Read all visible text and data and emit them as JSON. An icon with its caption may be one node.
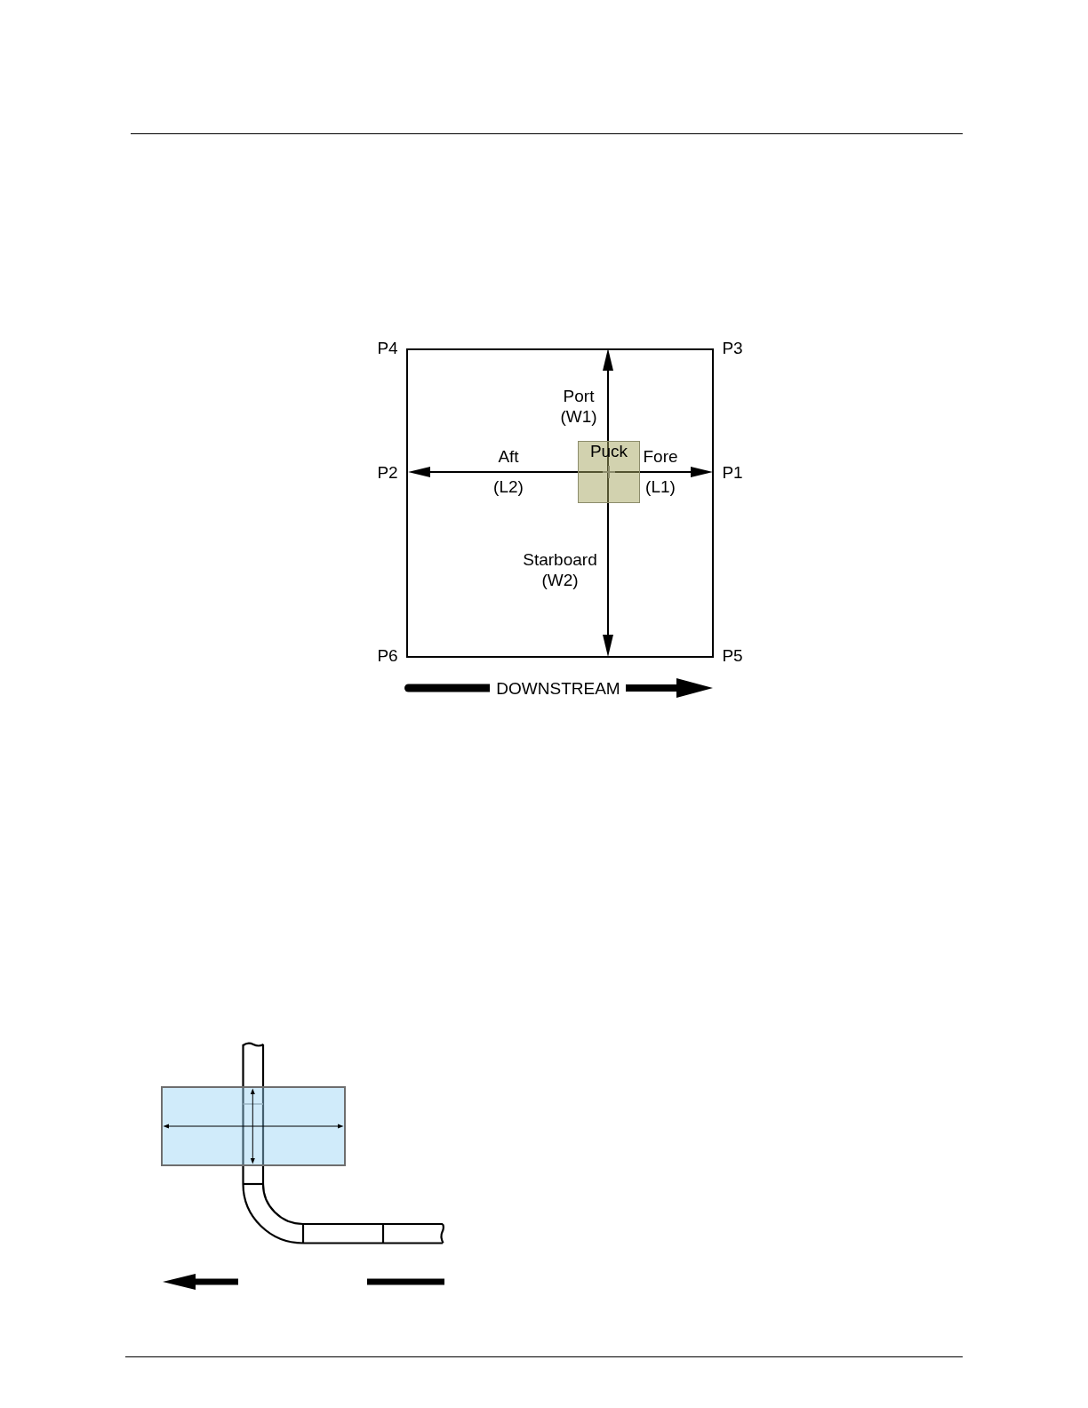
{
  "diagram": {
    "nodes": [
      {
        "text": [],
        "shape": "box"
      },
      {
        "text": [
          "Puck"
        ],
        "in": 0
      },
      {
        "text": [],
        "shape": "box"
      }
    ],
    "labels": [
      "P4",
      "P3",
      "Port (W1)",
      "Aft",
      "Fore",
      "P2",
      "P1",
      "(L2)",
      "(L1)",
      "Starboard (W2)",
      "P6",
      "P5",
      "DOWNSTREAM"
    ]
  }
}
